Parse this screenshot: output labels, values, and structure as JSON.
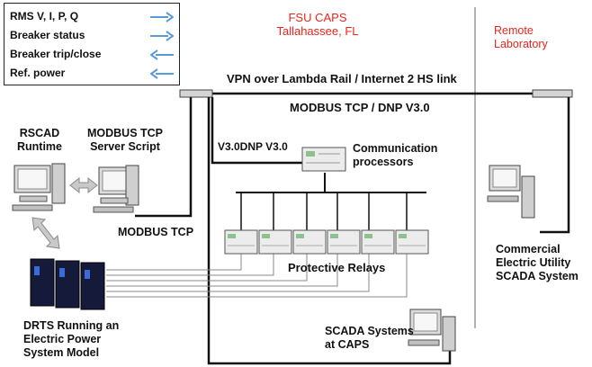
{
  "legend": {
    "items": [
      {
        "label": "RMS V, I, P, Q",
        "arrow": "right-arrow-icon",
        "dir": "right"
      },
      {
        "label": "Breaker status",
        "arrow": "right-arrow-icon",
        "dir": "right"
      },
      {
        "label": "Breaker trip/close",
        "arrow": "left-arrow-icon",
        "dir": "left"
      },
      {
        "label": "Ref. power",
        "arrow": "left-arrow-icon",
        "dir": "left"
      }
    ]
  },
  "site": {
    "name": "FSU CAPS",
    "location": "Tallahassee, FL"
  },
  "remote": {
    "line1": "Remote",
    "line2": "Laboratory"
  },
  "links": {
    "vpn": "VPN over Lambda Rail / Internet 2 HS link",
    "protocol": "MODBUS TCP / DNP V3.0",
    "dnp_left": "V3.0DNP V3.0",
    "modbus": "MODBUS TCP"
  },
  "nodes": {
    "rscad": [
      "RSCAD",
      "Runtime"
    ],
    "modbus_server": [
      "MODBUS TCP",
      "Server Script"
    ],
    "comm": [
      "Communication",
      "processors"
    ],
    "relays": "Protective Relays",
    "commercial": [
      "Commercial",
      "Electric Utility",
      "SCADA System"
    ],
    "drts": [
      "DRTS Running an",
      "Electric Power",
      "System Model"
    ],
    "scada_caps": [
      "SCADA Systems",
      "at CAPS"
    ]
  },
  "colors": {
    "accent_red": "#e8251b",
    "arrow_blue": "#5b9bd5",
    "line": "#111111",
    "device_gray": "#e6e6e6"
  }
}
